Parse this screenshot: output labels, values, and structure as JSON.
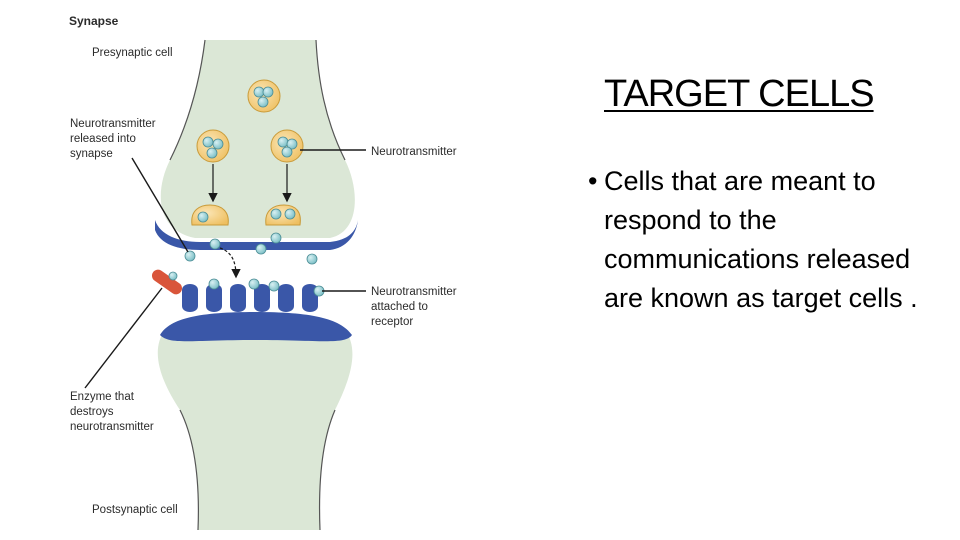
{
  "diagram": {
    "title": "Synapse",
    "labels": {
      "presynaptic": "Presynaptic cell",
      "released_1": "Neurotransmitter",
      "released_2": "released into",
      "released_3": "synapse",
      "neurotransmitter": "Neurotransmitter",
      "attached_1": "Neurotransmitter",
      "attached_2": "attached to",
      "attached_3": "receptor",
      "enzyme_1": "Enzyme that",
      "enzyme_2": "destroys",
      "enzyme_3": "neurotransmitter",
      "postsynaptic": "Postsynaptic cell"
    },
    "colors": {
      "cell_fill": "#d9e6d4",
      "membrane": "#3a57a8",
      "vesicle": "#f1cd7e",
      "molecule": "#9fd3d8",
      "enzyme": "#d9553a",
      "receptor": "#3a57a8"
    }
  },
  "slide": {
    "title": "TARGET CELLS",
    "bullet_symbol": "•",
    "bullets": [
      "Cells that are meant to respond to the communications released are known as target cells ."
    ]
  }
}
